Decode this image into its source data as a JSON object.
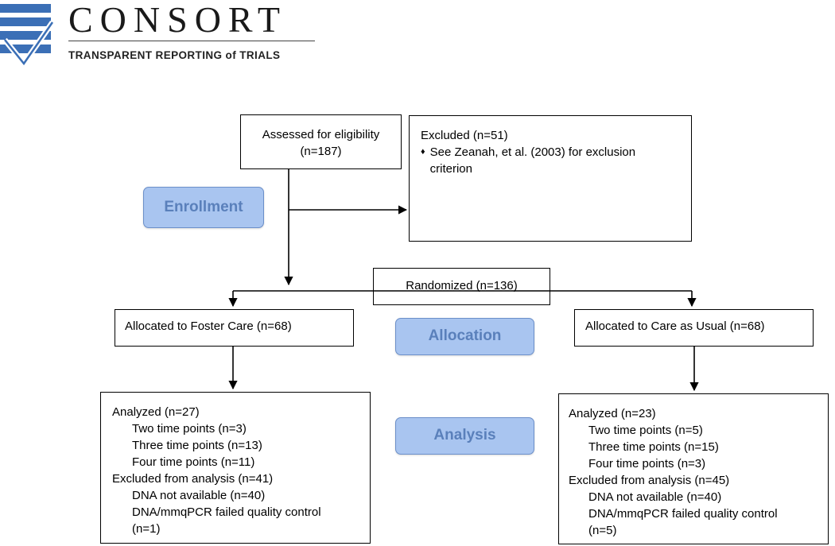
{
  "logo": {
    "title": "CONSORT",
    "subtitle": "TRANSPARENT REPORTING of TRIALS",
    "icon": "consort-checkmark-icon"
  },
  "phases": {
    "enrollment": "Enrollment",
    "allocation": "Allocation",
    "analysis": "Analysis"
  },
  "assessed": {
    "line1": "Assessed for eligibility",
    "line2": "(n=187)"
  },
  "excluded": {
    "title": "Excluded  (n=51)",
    "bullet": "♦",
    "reason": "See Zeanah, et al. (2003) for exclusion criterion"
  },
  "randomized": "Randomized (n=136)",
  "foster": {
    "allocated": "Allocated to Foster Care (n=68)",
    "analysis": [
      "Analyzed  (n=27)",
      "Two time points (n=3)",
      "Three time points (n=13)",
      "Four time points (n=11)",
      "Excluded from analysis (n=41)",
      "DNA not available (n=40)",
      "DNA/mmqPCR failed quality control",
      "(n=1)"
    ]
  },
  "usual": {
    "allocated": "Allocated to Care as Usual (n=68)",
    "analysis": [
      "Analyzed (n=23)",
      "Two time points (n=5)",
      "Three time points (n=15)",
      "Four time points (n=3)",
      "Excluded from analysis (n=45)",
      "DNA not available (n=40)",
      "DNA/mmqPCR failed quality control",
      "(n=5)"
    ]
  }
}
